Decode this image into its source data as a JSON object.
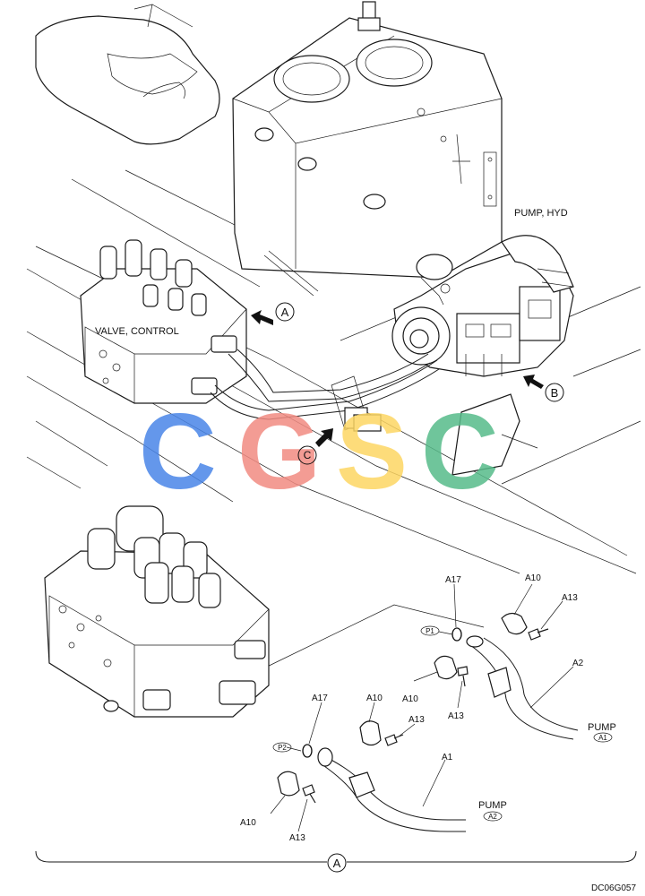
{
  "labels": {
    "pump_hyd": "PUMP, HYD",
    "valve_control": "VALVE, CONTROL",
    "callout_a": "A",
    "callout_b": "B",
    "callout_c": "C",
    "detail_ref": "A",
    "drawing_code": "DC06G057"
  },
  "parts": {
    "a17_top": "A17",
    "a10_top": "A10",
    "a13_top": "A13",
    "a2": "A2",
    "a10_mid": "A10",
    "a13_mid": "A13",
    "a13_mid2": "A13",
    "a10_mid2": "A10",
    "a17_bot": "A17",
    "a1": "A1",
    "a10_bot": "A10",
    "a13_bot": "A13"
  },
  "ports": {
    "p1": "P1",
    "p2": "P2",
    "a1": "A1",
    "a2": "A2"
  },
  "pumps": {
    "pump_a1": "PUMP",
    "pump_a2": "PUMP"
  },
  "watermark": {
    "text": "CGSC",
    "colors": [
      "#4a86e8",
      "#f28b82",
      "#fdd663",
      "#57bb8a"
    ]
  }
}
